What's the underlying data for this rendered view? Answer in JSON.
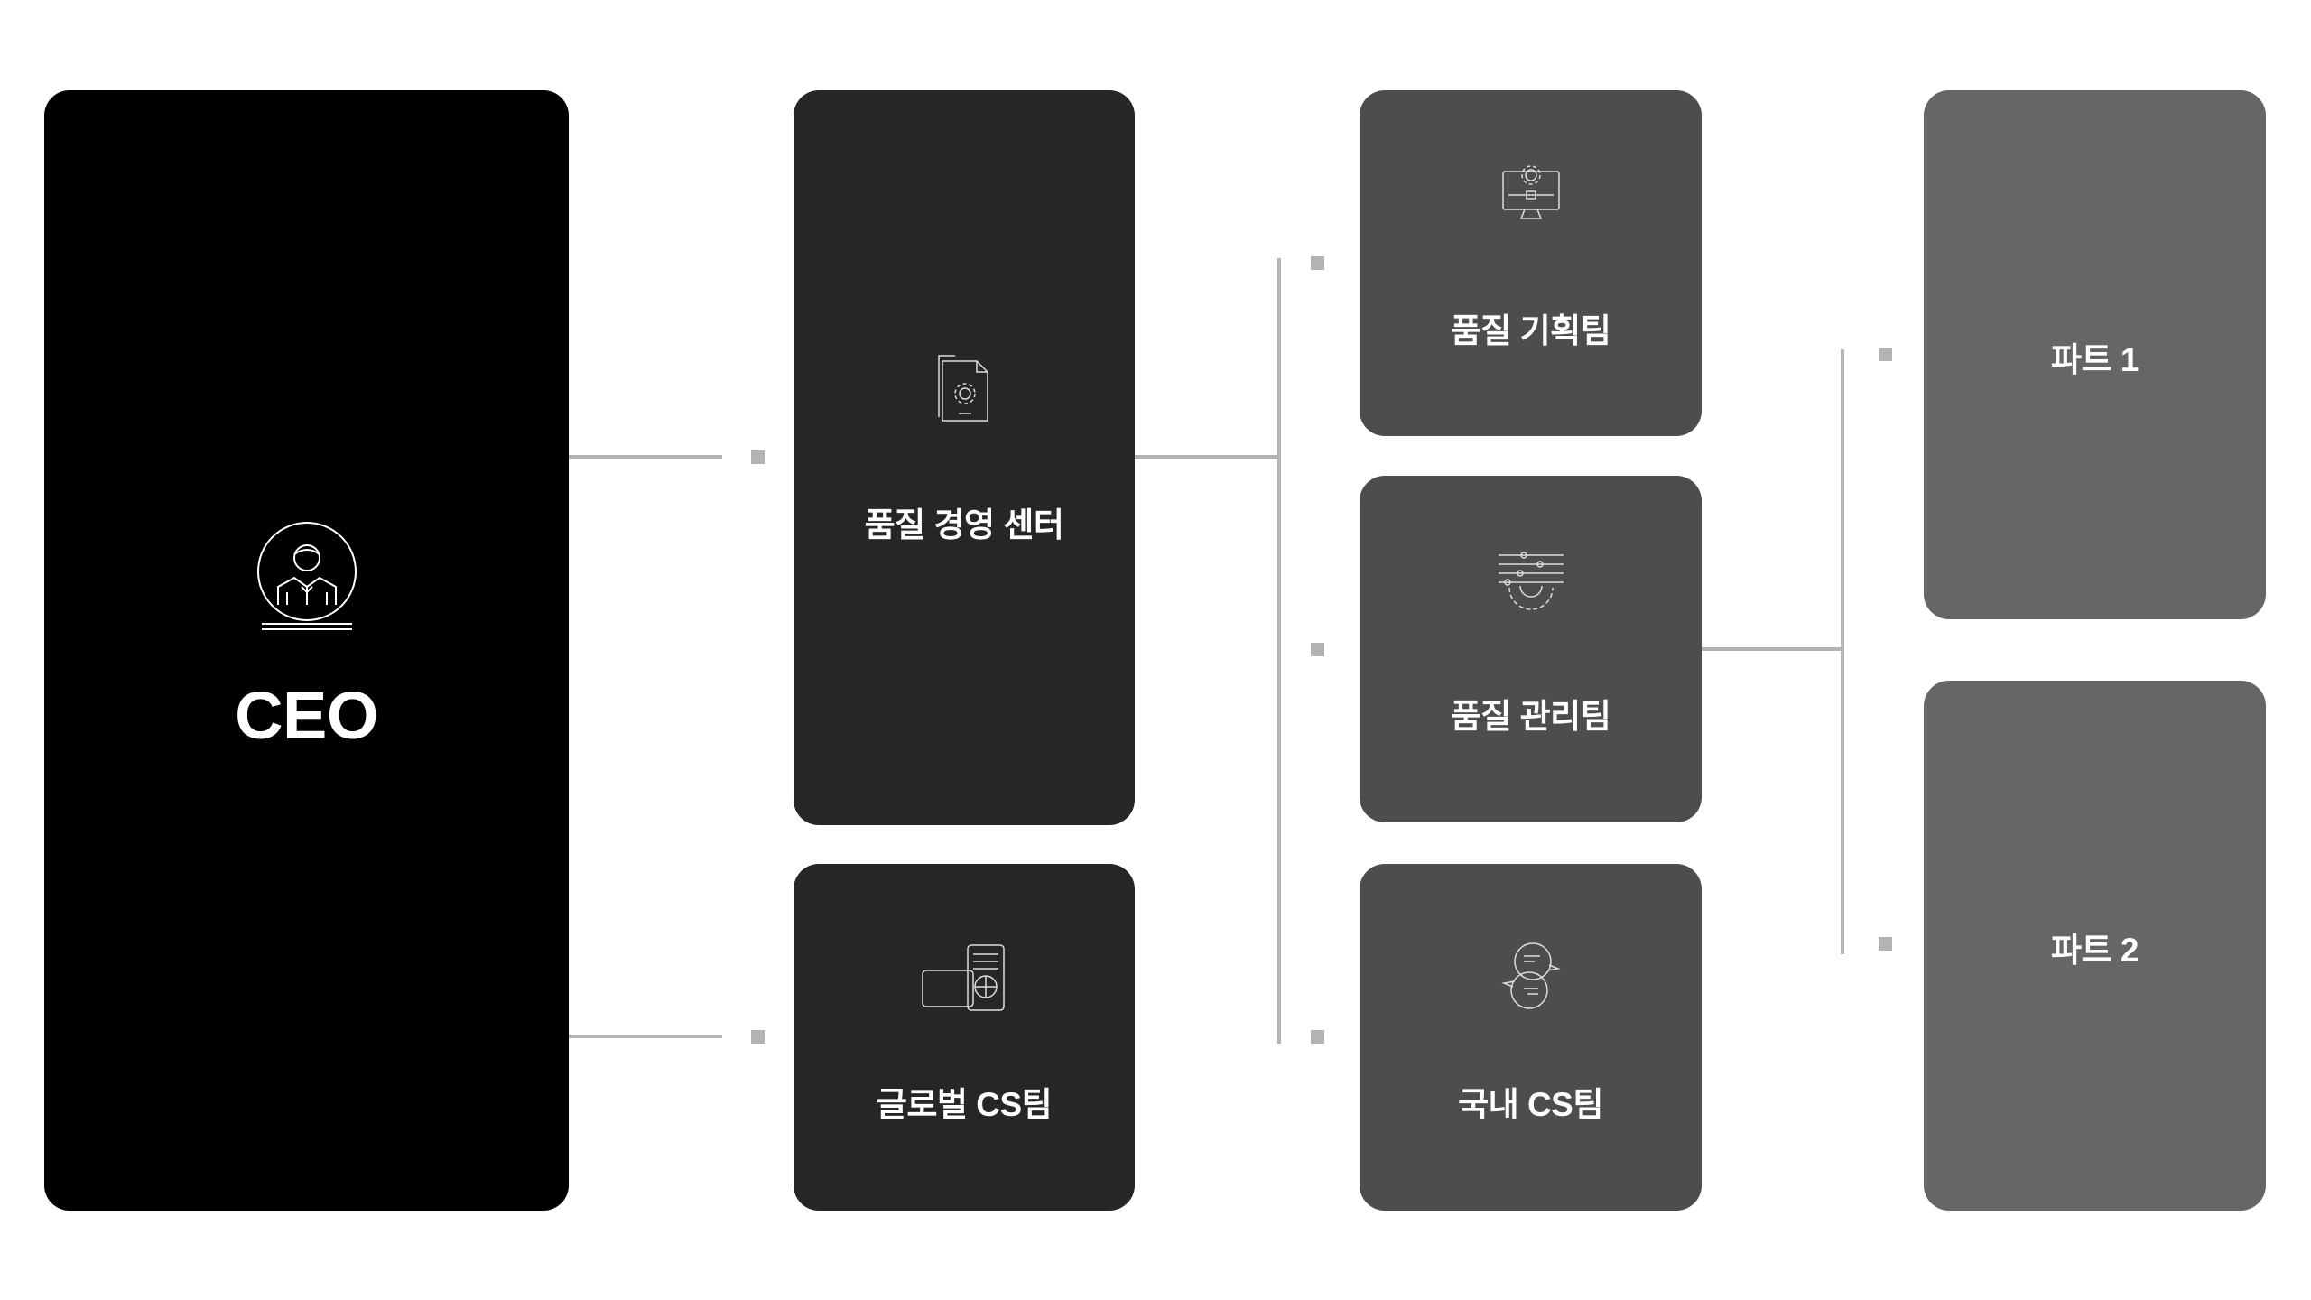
{
  "colors": {
    "ceo": "#000000",
    "center": "#262626",
    "team": "#4d4d4d",
    "part": "#666666",
    "connector": "#b3b3b3"
  },
  "ceo": {
    "label": "CEO",
    "icon": "person-icon"
  },
  "level1": [
    {
      "label": "품질 경영 센터",
      "icon": "document-gear-icon"
    },
    {
      "label": "글로벌 CS팀",
      "icon": "devices-globe-icon"
    }
  ],
  "level2": [
    {
      "label": "품질 기획팀",
      "icon": "monitor-gear-icon"
    },
    {
      "label": "품질 관리팀",
      "icon": "sliders-gear-icon"
    },
    {
      "label": "국내 CS팀",
      "icon": "chat-bubbles-icon"
    }
  ],
  "level3": [
    {
      "label": "파트 1"
    },
    {
      "label": "파트 2"
    }
  ]
}
